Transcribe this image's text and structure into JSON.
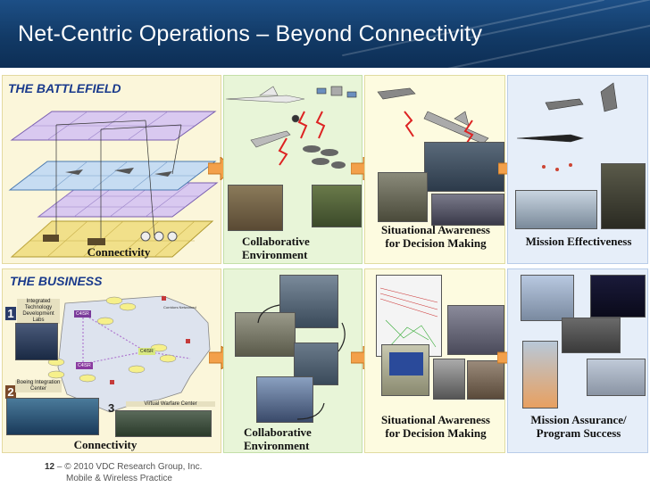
{
  "title": "Net-Centric Operations – Beyond Connectivity",
  "battlefield": {
    "label": "THE BATTLEFIELD",
    "captions": {
      "connectivity": "Connectivity",
      "collaborative": "Collaborative\nEnvironment",
      "situational": "Situational Awareness\nfor Decision Making",
      "mission": "Mission Effectiveness"
    }
  },
  "business": {
    "label": "THE BUSINESS",
    "map": {
      "lab1_number": "1",
      "lab1_label": "Integrated Technology Development Labs",
      "lab2_number": "2",
      "lab2_label": "Boeing Integration Center",
      "lab3_number": "3",
      "lab3_label": "Virtual Warfare Center",
      "node_labels": [
        "C4ISR",
        "C4ISR",
        "C4ISR"
      ],
      "legend_label": "Corridors Networked"
    },
    "captions": {
      "connectivity": "Connectivity",
      "collaborative": "Collaborative\nEnvironment",
      "situational": "Situational Awareness\nfor Decision Making",
      "mission": "Mission Assurance/\nProgram Success"
    }
  },
  "footer": {
    "page_number": "12",
    "copyright": "– © 2010 VDC Research Group, Inc.",
    "practice": "Mobile & Wireless Practice"
  },
  "colors": {
    "title_bg": "#123a66",
    "section_label": "#1a3a8c",
    "panel_cream": "#fbf6da",
    "panel_lightgreen": "#e8f5d8",
    "panel_lightyellow": "#fdfbe0",
    "panel_lightblue": "#e6eef9",
    "arrow": "#f3a04a"
  },
  "icons": [
    "aircraft-icon",
    "satellite-icon",
    "arrow-right-icon",
    "tank-icon"
  ]
}
